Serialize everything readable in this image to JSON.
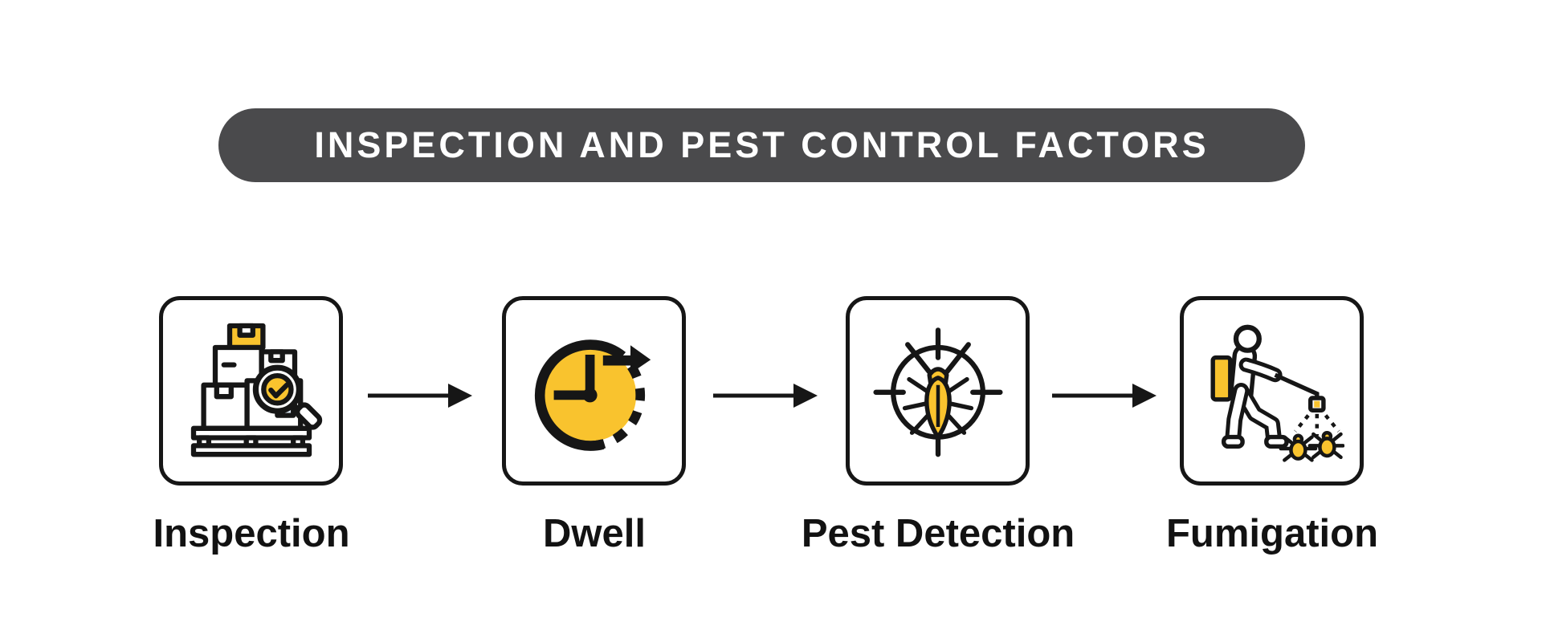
{
  "title": {
    "text": "INSPECTION AND PEST CONTROL FACTORS"
  },
  "colors": {
    "banner_background": "#4A4A4C",
    "title_text": "#FFFFFF",
    "accent_yellow": "#F9C32E",
    "outline_ink": "#161616",
    "label_text": "#121212",
    "box_label_blue": "#DEEAF6",
    "page_background": "#FFFFFF"
  },
  "steps": [
    {
      "label": "Inspection",
      "icon": "inspection-boxes-magnifier-icon"
    },
    {
      "label": "Dwell",
      "icon": "dwell-clock-icon"
    },
    {
      "label": "Pest Detection",
      "icon": "pest-crosshair-bug-icon"
    },
    {
      "label": "Fumigation",
      "icon": "fumigation-sprayer-icon"
    }
  ],
  "connectors": [
    {
      "type": "arrow-right"
    },
    {
      "type": "arrow-right"
    },
    {
      "type": "arrow-right"
    }
  ]
}
